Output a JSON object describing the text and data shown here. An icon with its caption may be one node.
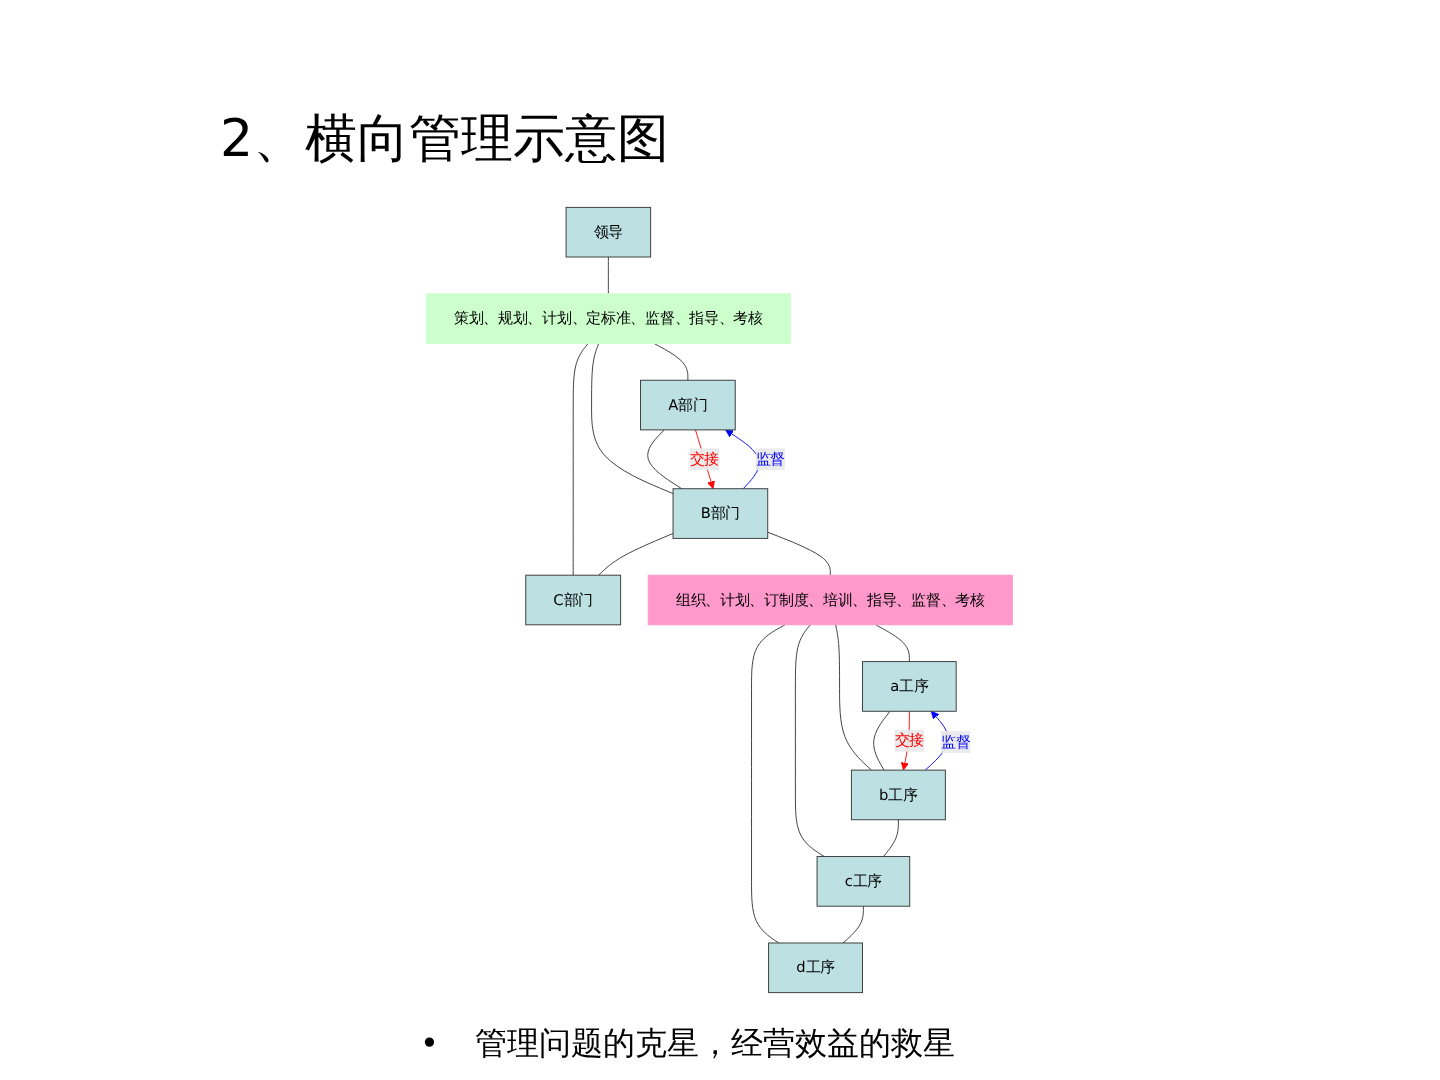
{
  "diagram": {
    "title": "2、横向管理示意图",
    "nodes": [
      {
        "text": [
          "领导"
        ]
      },
      {
        "text": [
          "策划、规划、计划、定标准、监督、指导、考核"
        ]
      },
      {
        "text": [
          "A部门"
        ]
      },
      {
        "text": [
          "B部门"
        ]
      },
      {
        "text": [
          "C部门"
        ]
      },
      {
        "text": [
          "组织、计划、订制度、培训、指导、监督、考核"
        ]
      },
      {
        "text": [
          "a工序"
        ]
      },
      {
        "text": [
          "b工序"
        ]
      },
      {
        "text": [
          "c工序"
        ]
      },
      {
        "text": [
          "d工序"
        ]
      }
    ],
    "edges": [
      {
        "from": 0,
        "to": 1,
        "arrow": "none"
      },
      {
        "from": 1,
        "to": 2,
        "arrow": "none"
      },
      {
        "from": 1,
        "to": 3,
        "arrow": "none"
      },
      {
        "from": 1,
        "to": 4,
        "arrow": "none"
      },
      {
        "from": 3,
        "to": 2,
        "arrow": "to",
        "label": "监督",
        "color": "#0000ff"
      },
      {
        "from": 2,
        "to": 3,
        "arrow": "none"
      },
      {
        "from": 2,
        "to": 3,
        "arrow": "to",
        "label": "交接",
        "color": "#ff0000"
      },
      {
        "from": 3,
        "to": 4,
        "arrow": "none"
      },
      {
        "from": 3,
        "to": 5,
        "arrow": "none"
      },
      {
        "from": 5,
        "to": 6,
        "arrow": "none"
      },
      {
        "from": 5,
        "to": 7,
        "arrow": "none"
      },
      {
        "from": 5,
        "to": 8,
        "arrow": "none"
      },
      {
        "from": 5,
        "to": 9,
        "arrow": "none"
      },
      {
        "from": 7,
        "to": 6,
        "arrow": "to",
        "label": "监督",
        "color": "#0000ff"
      },
      {
        "from": 6,
        "to": 7,
        "arrow": "none"
      },
      {
        "from": 6,
        "to": 7,
        "arrow": "to",
        "label": "交接",
        "color": "#ff0000"
      },
      {
        "from": 7,
        "to": 8,
        "arrow": "none"
      },
      {
        "from": 8,
        "to": 9,
        "arrow": "none"
      }
    ],
    "labels": [
      "•",
      "管理问题的克星，经营效益的救星"
    ]
  }
}
